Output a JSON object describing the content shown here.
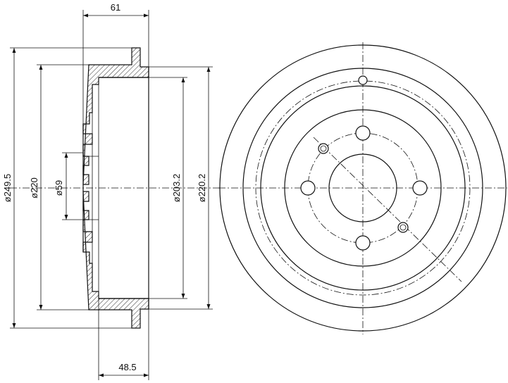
{
  "dimensions": {
    "overall_width": "61",
    "flange_width": "48.5",
    "outer_diameter": "ø249.5",
    "drum_diameter": "ø220",
    "hub_bore": "ø59",
    "inner_diameter": "ø203.2",
    "outer_braking_diameter": "ø220.2"
  }
}
